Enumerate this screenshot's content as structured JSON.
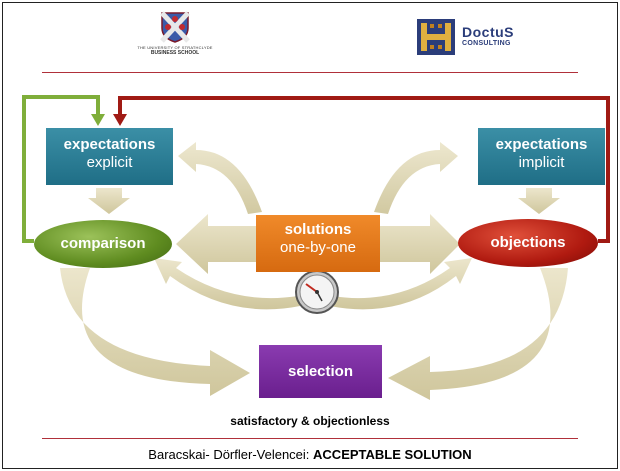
{
  "logos": {
    "left_line1": "THE UNIVERSITY OF STRATHCLYDE",
    "left_line2": "BUSINESS SCHOOL",
    "right_name": "DoctuS",
    "right_sub": "CONSULTING"
  },
  "nodes": {
    "expectations_left_title": "expectations",
    "expectations_left_sub": "explicit",
    "expectations_right_title": "expectations",
    "expectations_right_sub": "implicit",
    "solutions_title": "solutions",
    "solutions_sub": "one-by-one",
    "comparison": "comparison",
    "objections": "objections",
    "selection": "selection"
  },
  "caption": "satisfactory & objectionless",
  "footer": {
    "authors": "Baracskai- Dörfler-Velencei: ",
    "title": "ACCEPTABLE SOLUTION"
  },
  "colors": {
    "teal": "#1f6e86",
    "orange": "#e57a1a",
    "purple": "#7a2aa0",
    "green": "#5f8c20",
    "red": "#b01a10",
    "arrow_beige": "#ddd6b4",
    "feedback_green": "#7fae3a",
    "feedback_red": "#a01a14",
    "rule": "#b0303a"
  }
}
